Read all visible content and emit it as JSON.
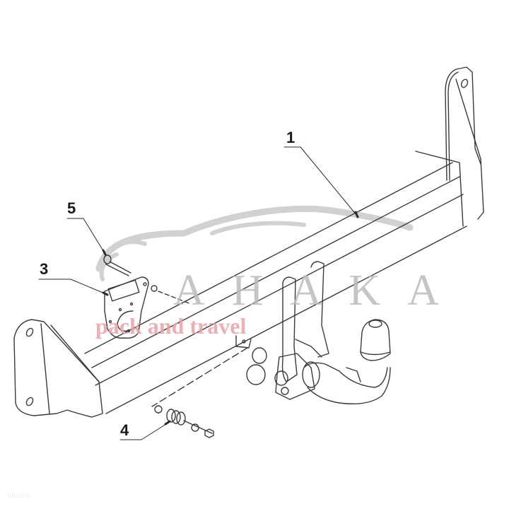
{
  "diagram": {
    "subject": "Tow bar (towing hitch) exploded assembly drawing",
    "colors": {
      "background": "#ffffff",
      "line": "#3a3a3a",
      "label": "#1a1a1a",
      "watermark_gray": "#b9bcbf",
      "watermark_red": "#e9a2a6"
    },
    "callouts": [
      {
        "id": "1",
        "label": "1",
        "part": "main crossbar with side mounting brackets"
      },
      {
        "id": "3",
        "label": "3",
        "part": "electrical socket mounting plate"
      },
      {
        "id": "4",
        "label": "4",
        "part": "bolt set with spring washer, washers and nut"
      },
      {
        "id": "5",
        "label": "5",
        "part": "socket plate bolt"
      }
    ],
    "components": [
      "left mounting bracket",
      "right mounting bracket",
      "square crossbar tube",
      "ball neck holder",
      "detachable ball neck",
      "tow ball with cap",
      "locking knob"
    ]
  },
  "watermark": {
    "brand": "AHAKA",
    "slogan": "pack and travel"
  },
  "corner_mark": "allegro"
}
